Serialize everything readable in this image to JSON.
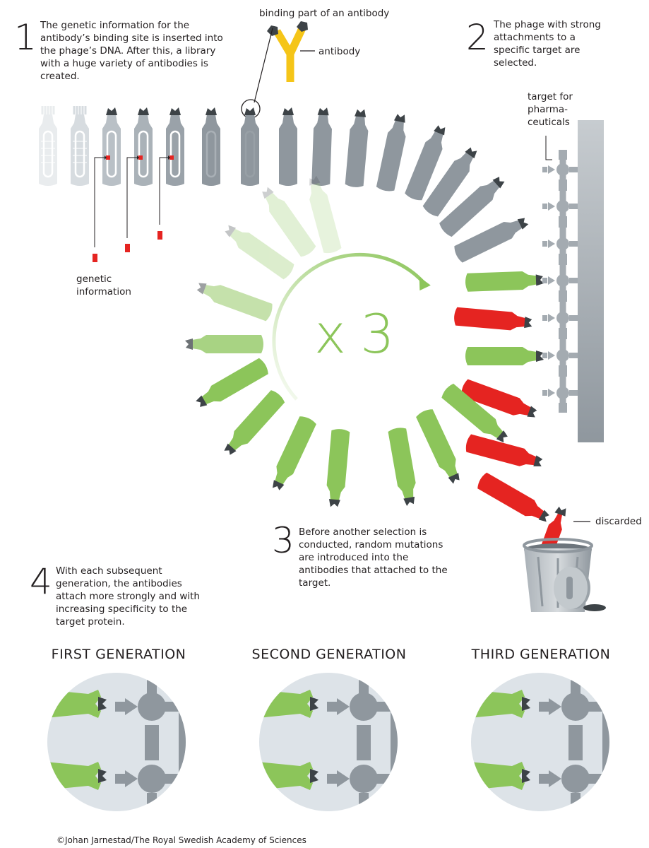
{
  "steps": [
    {
      "number": "1",
      "text": "The genetic information for the\nantibody’s binding site is inserted into\nthe phage’s DNA. After this, a library\nwith a huge variety of antibodies is\ncreated."
    },
    {
      "number": "2",
      "text": "The phage with strong\nattachments to a\nspecific target are\nselected."
    },
    {
      "number": "3",
      "text": "Before another selection is\nconducted, random mutations\nare introduced into the\nantibodies that attached to the\ntarget."
    },
    {
      "number": "4",
      "text": "With each subsequent\ngeneration, the antibodies\nattach more strongly and with\nincreasing specificity to the\ntarget protein."
    }
  ],
  "labels": {
    "binding_part": "binding part of an antibody",
    "antibody": "antibody",
    "target": "target for\npharma-\nceuticals",
    "genetic_information": "genetic\ninformation",
    "discarded": "discarded",
    "multiplier": "x 3"
  },
  "generations": [
    {
      "title": "FIRST GENERATION"
    },
    {
      "title": "SECOND GENERATION"
    },
    {
      "title": "THIRD GENERATION"
    }
  ],
  "credit": "©Johan Jarnestad/The Royal Swedish Academy of Sciences",
  "colors": {
    "text": "#231f20",
    "phage_gray": "#8f979e",
    "phage_light": "#dde2e6",
    "phage_green": "#8cc55a",
    "phage_green_light": "#dcebcc",
    "phage_red": "#e52421",
    "antibody_yellow": "#f5c518",
    "target_gray": "#a4abb1",
    "circle_bg": "#dde3e8",
    "tip_dark": "#3d4347"
  }
}
